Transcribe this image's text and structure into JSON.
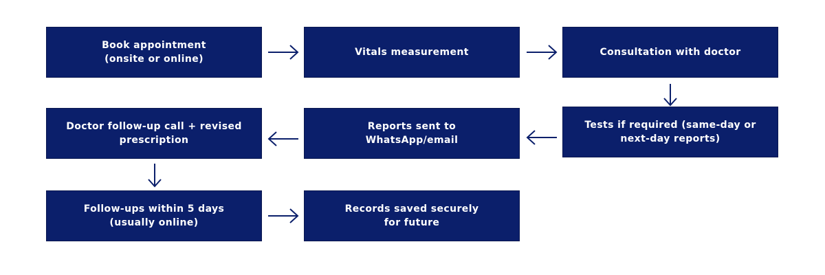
{
  "colors": {
    "box_fill": "#0b1f6b",
    "box_text": "#ffffff",
    "arrow": "#0b1f6b",
    "background": "#ffffff"
  },
  "steps": [
    {
      "label": "Book appointment\n(onsite or online)"
    },
    {
      "label": "Vitals measurement"
    },
    {
      "label": "Consultation with doctor"
    },
    {
      "label": "Tests if required (same-day or\nnext-day reports)"
    },
    {
      "label": "Reports sent to\nWhatsApp/email"
    },
    {
      "label": "Doctor follow-up call + revised\nprescription"
    },
    {
      "label": "Follow-ups within 5 days\n(usually online)"
    },
    {
      "label": "Records saved securely\nfor future"
    }
  ],
  "connectors": [
    {
      "from": 0,
      "to": 1,
      "direction": "right"
    },
    {
      "from": 1,
      "to": 2,
      "direction": "right"
    },
    {
      "from": 2,
      "to": 3,
      "direction": "down"
    },
    {
      "from": 3,
      "to": 4,
      "direction": "left"
    },
    {
      "from": 4,
      "to": 5,
      "direction": "left"
    },
    {
      "from": 5,
      "to": 6,
      "direction": "down"
    },
    {
      "from": 6,
      "to": 7,
      "direction": "right"
    }
  ]
}
